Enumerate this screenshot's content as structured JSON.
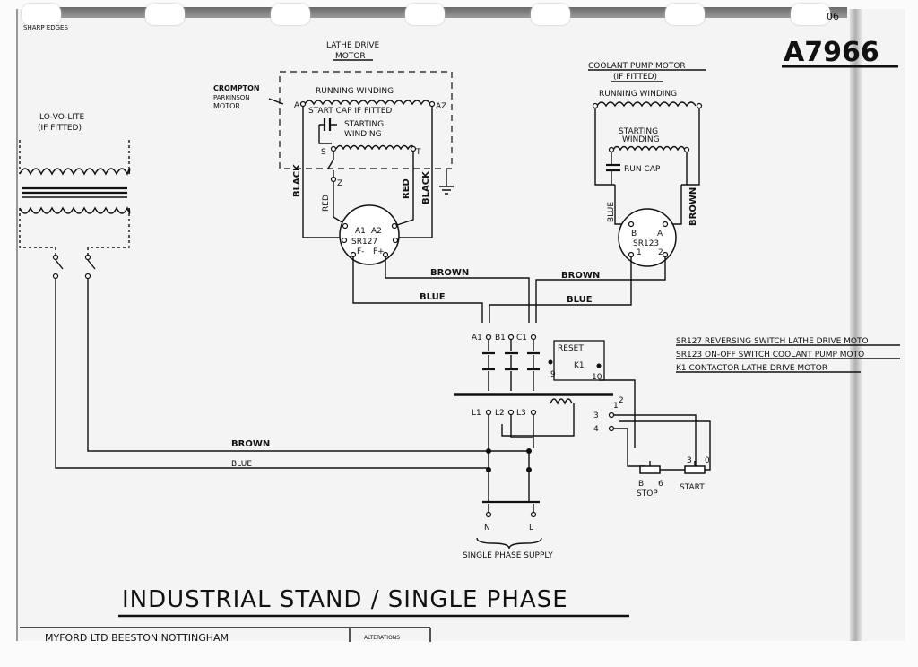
{
  "drawing_number": "A7966",
  "corner_note": "SHARP EDGES",
  "stamp_partial": "06",
  "title": "INDUSTRIAL STAND / SINGLE PHASE",
  "company": "MYFORD LTD BEESTON NOTTINGHAM",
  "alterations": "ALTERATIONS",
  "lathe_motor": {
    "title_line1": "LATHE DRIVE",
    "title_line2": "MOTOR",
    "maker_line1": "CROMPTON",
    "maker_line2": "PARKINSON",
    "maker_line3": "MOTOR",
    "running_winding": "RUNNING WINDING",
    "start_cap": "START CAP IF FITTED",
    "starting_winding_1": "STARTING",
    "starting_winding_2": "WINDING",
    "term_a": "A",
    "term_az": "AZ",
    "term_s": "S",
    "term_t": "T",
    "term_z": "Z",
    "wire_black_left": "BLACK",
    "wire_red_left": "RED",
    "wire_red_right": "RED",
    "wire_black_right": "BLACK"
  },
  "sr127": {
    "name": "SR127",
    "t_a1": "A1",
    "t_a2": "A2",
    "t_fm": "F-",
    "t_fp": "F+"
  },
  "coolant_motor": {
    "title_line1": "COOLANT PUMP MOTOR",
    "title_line2": "(IF FITTED)",
    "running_winding": "RUNNING WINDING",
    "starting_winding_1": "STARTING",
    "starting_winding_2": "WINDING",
    "run_cap": "RUN CAP",
    "wire_blue": "BLUE",
    "wire_brown": "BROWN"
  },
  "sr123": {
    "name": "SR123",
    "t_b": "B",
    "t_a": "A",
    "t_1": "1",
    "t_2": "2"
  },
  "lovolite": {
    "line1": "LO-VO-LITE",
    "line2": "(IF FITTED)"
  },
  "wires": {
    "brown_top_left": "BROWN",
    "brown_top_right": "BROWN",
    "blue_left": "BLUE",
    "blue_right": "BLUE",
    "brown_lower": "BROWN",
    "blue_lower": "BLUE"
  },
  "contactor": {
    "a1": "A1",
    "b1": "B1",
    "c1": "C1",
    "reset": "RESET",
    "k1": "K1",
    "t9": "9",
    "t10": "10",
    "l1": "L1",
    "l2": "L2",
    "l3": "L3",
    "t3": "3",
    "t4": "4",
    "t1": "1",
    "t2": "2"
  },
  "buttons": {
    "stop": "STOP",
    "start": "START",
    "stop_b": "B",
    "stop_6": "6",
    "start_3": "3",
    "start_0": "0"
  },
  "supply": {
    "n": "N",
    "l": "L",
    "label": "SINGLE PHASE SUPPLY"
  },
  "legend": [
    "SR127 REVERSING SWITCH LATHE DRIVE MOTO",
    "SR123 ON-OFF SWITCH COOLANT PUMP MOTO",
    "K1 CONTACTOR LATHE DRIVE MOTOR"
  ]
}
